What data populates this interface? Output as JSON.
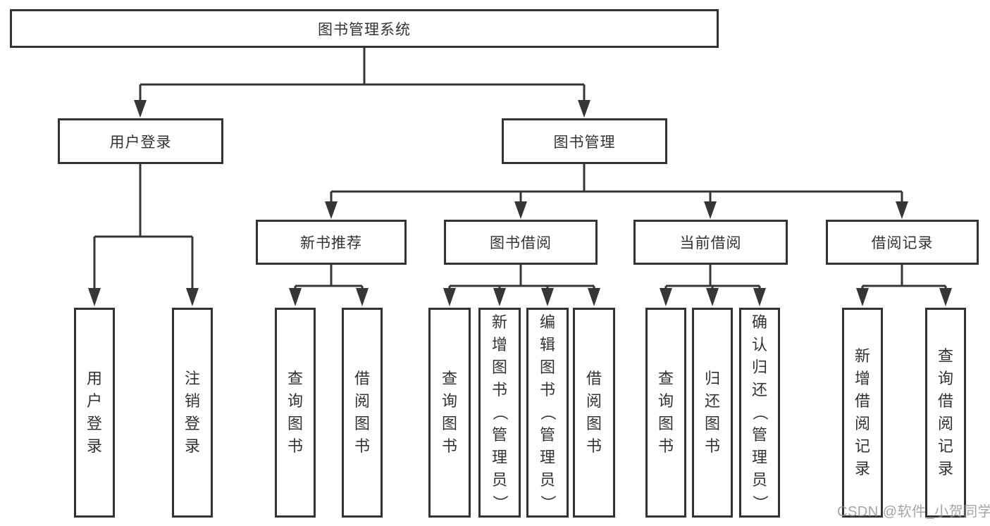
{
  "diagram_title": "图书管理系统",
  "tree": {
    "label": "图书管理系统",
    "children": [
      {
        "label": "用户登录",
        "children": [
          {
            "label": "用户登录"
          },
          {
            "label": "注销登录"
          }
        ]
      },
      {
        "label": "图书管理",
        "children": [
          {
            "label": "新书推荐",
            "children": [
              {
                "label": "查询图书"
              },
              {
                "label": "借阅图书"
              }
            ]
          },
          {
            "label": "图书借阅",
            "children": [
              {
                "label": "查询图书"
              },
              {
                "label": "新增图书（管理员）"
              },
              {
                "label": "编辑图书（管理员）"
              },
              {
                "label": "借阅图书"
              }
            ]
          },
          {
            "label": "当前借阅",
            "children": [
              {
                "label": "查询图书"
              },
              {
                "label": "归还图书"
              },
              {
                "label": "确认归还（管理员）"
              }
            ]
          },
          {
            "label": "借阅记录",
            "children": [
              {
                "label": "新增借阅记录"
              },
              {
                "label": "查询借阅记录"
              }
            ]
          }
        ]
      }
    ]
  },
  "watermark": "CSDN @软件_小贺同学",
  "colors": {
    "line": "#363636",
    "border": "#333333",
    "text": "#333333",
    "watermark": "#919191",
    "background": "#ffffff"
  }
}
